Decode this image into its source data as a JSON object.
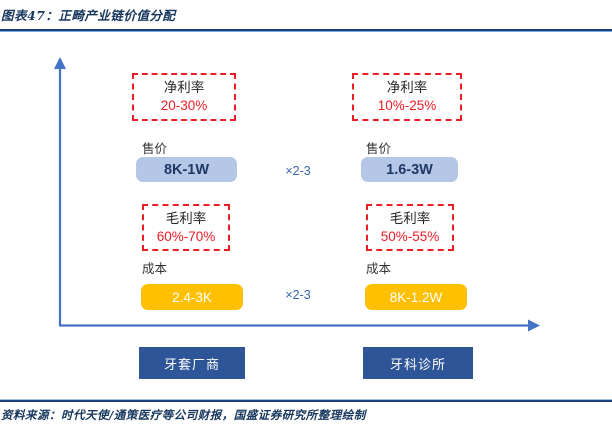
{
  "figure": {
    "title": "图表47：正畸产业链价值分配",
    "source": "资料来源：时代天使/通策医疗等公司财报，国盛证券研究所整理绘制"
  },
  "diagram": {
    "multiplier_top": "×2-3",
    "multiplier_bottom": "×2-3",
    "columns": [
      {
        "entity": "牙套厂商",
        "net_margin_label": "净利率",
        "net_margin_value": "20-30%",
        "price_label": "售价",
        "price_value": "8K-1W",
        "gross_margin_label": "毛利率",
        "gross_margin_value": "60%-70%",
        "cost_label": "成本",
        "cost_value": "2.4-3K"
      },
      {
        "entity": "牙科诊所",
        "net_margin_label": "净利率",
        "net_margin_value": "10%-25%",
        "price_label": "售价",
        "price_value": "1.6-3W",
        "gross_margin_label": "毛利率",
        "gross_margin_value": "50%-55%",
        "cost_label": "成本",
        "cost_value": "8K-1.2W"
      }
    ],
    "colors": {
      "price_pill_bg": "#b4c7e7",
      "price_pill_text": "#1f3864",
      "cost_pill_bg": "#ffc000",
      "cost_pill_text": "#ffffff",
      "dashed_border": "#ee1c25",
      "margin_value_text": "#ee1c25",
      "entity_box_bg": "#2e5597",
      "axis": "#4472c4",
      "multiplier_text": "#3a66ad",
      "rule": "#1b4080",
      "title_text": "#17375e"
    }
  }
}
